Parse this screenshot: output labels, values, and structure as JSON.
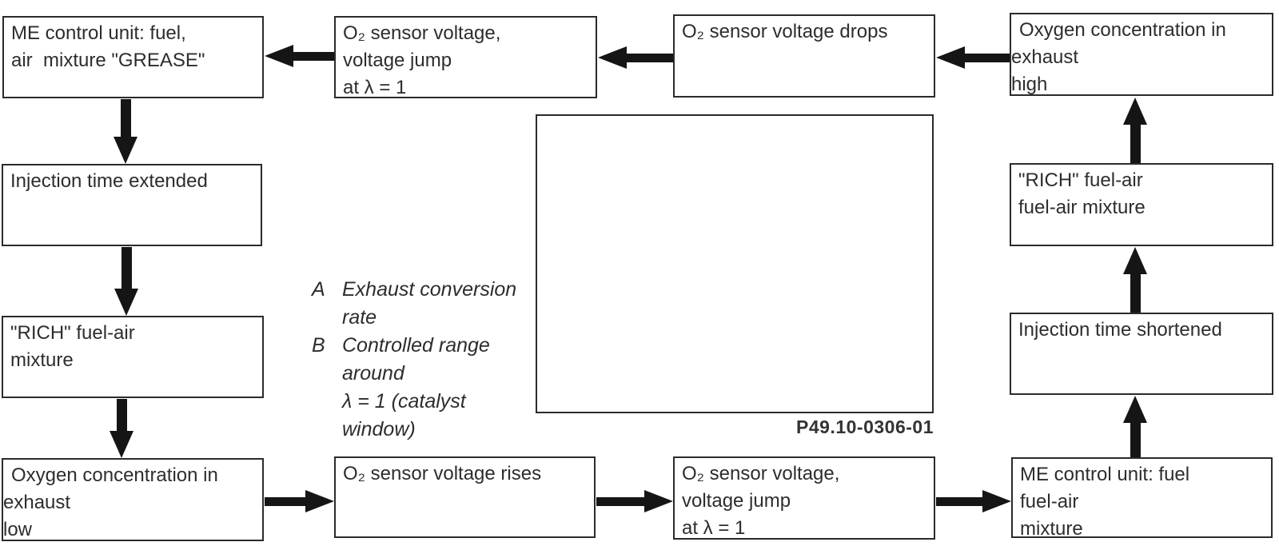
{
  "diagram": {
    "caption": "P49.10-0306-01",
    "colors": {
      "line": "#151515",
      "border": "#2b2b2b",
      "text": "#2d2d2d",
      "background": "#ffffff"
    },
    "boxes": [
      {
        "id": "me-control-grease",
        "text": "ME control unit: fuel,\nair  mixture \"GREASE\""
      },
      {
        "id": "o2-voltage-jump-top",
        "text": "O₂ sensor voltage,\nvoltage jump\nat λ = 1"
      },
      {
        "id": "o2-voltage-drops",
        "text": "O₂ sensor voltage drops"
      },
      {
        "id": "oxygen-high",
        "text": "Oxygen concentration in\nexhaust\nhigh"
      },
      {
        "id": "injection-extended",
        "text": "Injection time extended"
      },
      {
        "id": "rich-mixture-left",
        "text": "\"RICH\" fuel-air\nmixture"
      },
      {
        "id": "oxygen-low",
        "text": "Oxygen concentration in\nexhaust\nlow"
      },
      {
        "id": "o2-voltage-rises",
        "text": "O₂ sensor voltage rises"
      },
      {
        "id": "o2-voltage-jump-bottom",
        "text": "O₂ sensor voltage,\nvoltage jump\nat λ = 1"
      },
      {
        "id": "me-control-fuel",
        "text": "ME control unit: fuel\nfuel-air\nmixture"
      },
      {
        "id": "injection-shortened",
        "text": "Injection time shortened"
      },
      {
        "id": "rich-mixture-right",
        "text": "\"RICH\" fuel-air\nfuel-air mixture"
      }
    ],
    "legend": {
      "items": [
        {
          "marker": "A",
          "text": "Exhaust conversion\nrate"
        },
        {
          "marker": "B",
          "text": "Controlled range\naround\nλ = 1 (catalyst\nwindow)"
        }
      ]
    }
  }
}
